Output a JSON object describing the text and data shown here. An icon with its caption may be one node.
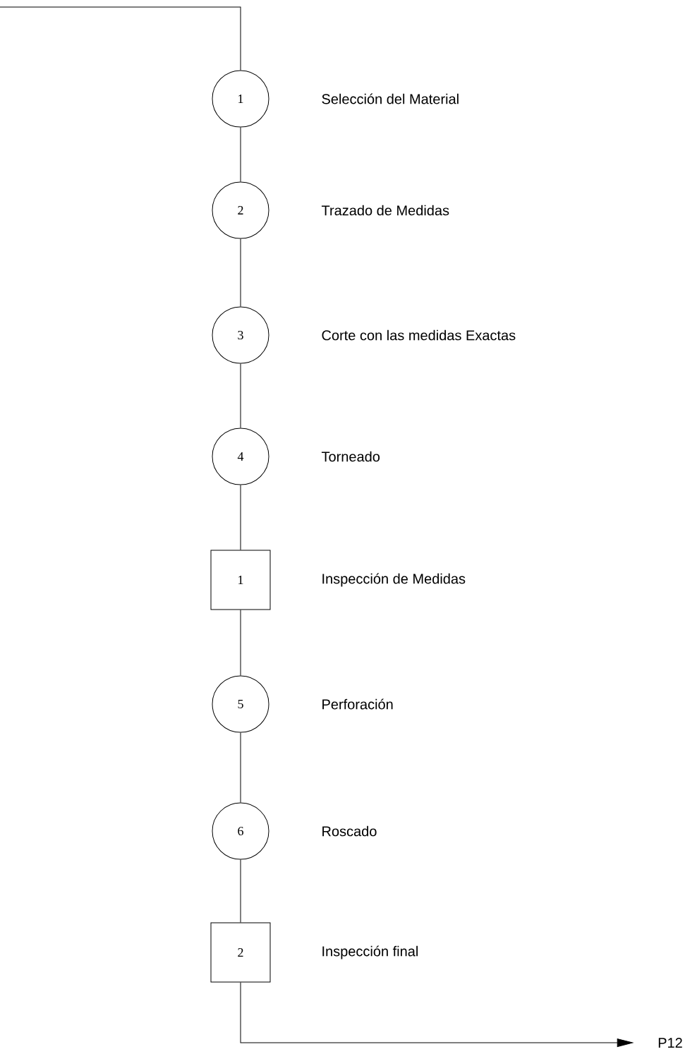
{
  "diagram": {
    "nodes": [
      {
        "text": [
          "1"
        ],
        "beside": [
          "Selección del Material"
        ]
      },
      {
        "text": [
          "2"
        ],
        "beside": [
          "Trazado de Medidas"
        ]
      },
      {
        "text": [
          "3"
        ],
        "beside": [
          "Corte con las  medidas Exactas"
        ]
      },
      {
        "text": [
          "4"
        ],
        "beside": [
          "Torneado"
        ]
      },
      {
        "text": [
          "1"
        ],
        "beside": [
          "Inspección de Medidas"
        ]
      },
      {
        "text": [
          "5"
        ],
        "beside": [
          "Perforación"
        ]
      },
      {
        "text": [
          "6"
        ],
        "beside": [
          "Roscado"
        ]
      },
      {
        "text": [
          "2"
        ],
        "beside": [
          "Inspección final"
        ]
      },
      {
        "text": [
          "P12"
        ]
      }
    ],
    "edges": [
      {
        "from": null,
        "to": 0,
        "arrow": "none"
      },
      {
        "from": 0,
        "to": 1,
        "arrow": "none"
      },
      {
        "from": 1,
        "to": 2,
        "arrow": "none"
      },
      {
        "from": 2,
        "to": 3,
        "arrow": "none"
      },
      {
        "from": 3,
        "to": 4,
        "arrow": "none"
      },
      {
        "from": 4,
        "to": 5,
        "arrow": "none"
      },
      {
        "from": 5,
        "to": 6,
        "arrow": "none"
      },
      {
        "from": 6,
        "to": 7,
        "arrow": "none"
      },
      {
        "from": 7,
        "to": 8,
        "arrow": "to"
      }
    ]
  }
}
